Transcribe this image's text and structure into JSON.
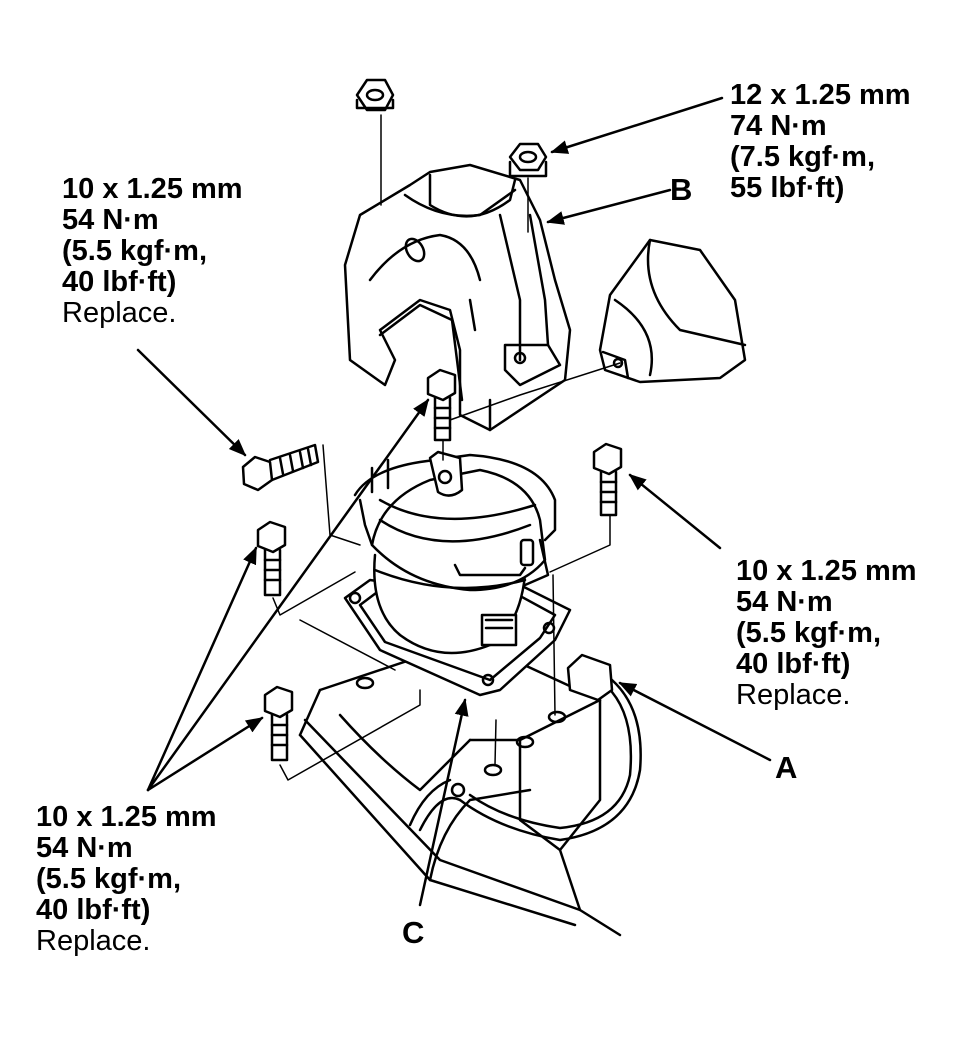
{
  "colors": {
    "ink": "#000000",
    "paper": "#ffffff",
    "shade": "#d9d9d9"
  },
  "callouts": {
    "a": "A",
    "b": "B",
    "c": "C"
  },
  "specs": {
    "top_right": {
      "size": "12 x 1.25 mm",
      "torque_nm": "74 N·m",
      "torque_kgf": "(7.5 kgf·m,",
      "torque_lbf": "55 lbf·ft)"
    },
    "top_left": {
      "size": "10 x 1.25 mm",
      "torque_nm": "54 N·m",
      "torque_kgf": "(5.5 kgf·m,",
      "torque_lbf": "40 lbf·ft)",
      "note": "Replace."
    },
    "right": {
      "size": "10 x 1.25 mm",
      "torque_nm": "54 N·m",
      "torque_kgf": "(5.5 kgf·m,",
      "torque_lbf": "40 lbf·ft)",
      "note": "Replace."
    },
    "bottom_left": {
      "size": "10 x 1.25 mm",
      "torque_nm": "54 N·m",
      "torque_kgf": "(5.5 kgf·m,",
      "torque_lbf": "40 lbf·ft)",
      "note": "Replace."
    }
  }
}
